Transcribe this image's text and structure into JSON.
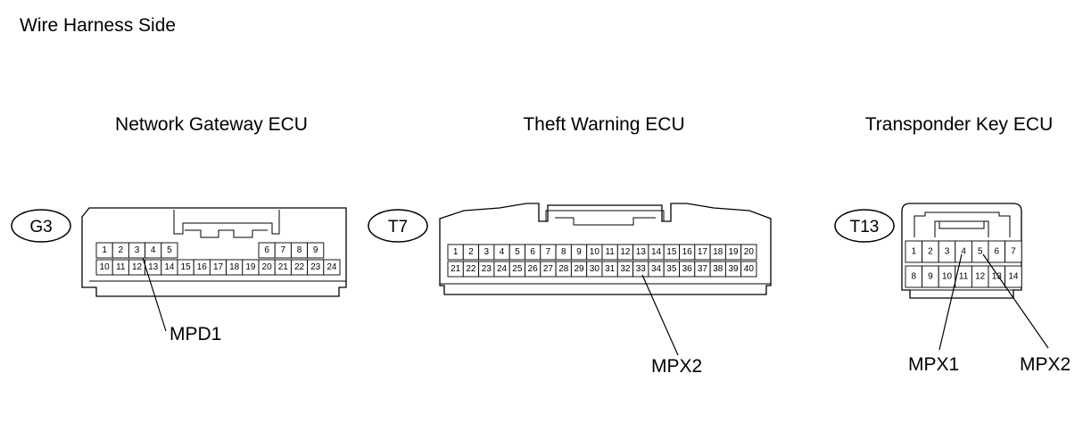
{
  "heading": "Wire Harness Side",
  "connectors": [
    {
      "id": "g3",
      "name": "Network Gateway ECU",
      "badge": "G3",
      "rows": [
        [
          "1",
          "2",
          "3",
          "4",
          "5",
          "",
          "",
          "",
          "",
          "",
          "6",
          "7",
          "8",
          "9"
        ],
        [
          "10",
          "11",
          "12",
          "13",
          "14",
          "15",
          "16",
          "17",
          "18",
          "19",
          "20",
          "21",
          "22",
          "23",
          "24"
        ]
      ],
      "terminals": [
        {
          "label": "MPD1",
          "pin": "13"
        }
      ]
    },
    {
      "id": "t7",
      "name": "Theft Warning ECU",
      "badge": "T7",
      "rows": [
        [
          "1",
          "2",
          "3",
          "4",
          "5",
          "6",
          "7",
          "8",
          "9",
          "10",
          "11",
          "12",
          "13",
          "14",
          "15",
          "16",
          "17",
          "18",
          "19",
          "20"
        ],
        [
          "21",
          "22",
          "23",
          "24",
          "25",
          "26",
          "27",
          "28",
          "29",
          "30",
          "31",
          "32",
          "33",
          "34",
          "35",
          "36",
          "37",
          "38",
          "39",
          "40"
        ]
      ],
      "terminals": [
        {
          "label": "MPX2",
          "pin": "33"
        }
      ]
    },
    {
      "id": "t13",
      "name": "Transponder Key ECU",
      "badge": "T13",
      "rows": [
        [
          "1",
          "2",
          "3",
          "4",
          "5",
          "6",
          "7"
        ],
        [
          "8",
          "9",
          "10",
          "11",
          "12",
          "13",
          "14"
        ]
      ],
      "terminals": [
        {
          "label": "MPX1",
          "pin": "4"
        },
        {
          "label": "MPX2",
          "pin": "5"
        }
      ]
    }
  ]
}
